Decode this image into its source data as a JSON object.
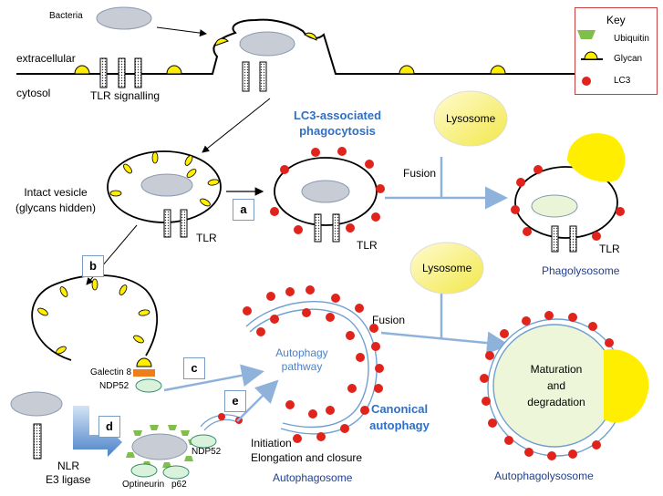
{
  "labels": {
    "bacteria": "Bacteria",
    "extracellular": "extracellular",
    "cytosol": "cytosol",
    "tlr_signalling": "TLR signalling",
    "lc3_assoc_line1": "LC3-associated",
    "lc3_assoc_line2": "phagocytosis",
    "intact_vesicle_line1": "Intact vesicle",
    "intact_vesicle_line2": "(glycans hidden)",
    "tlr": "TLR",
    "fusion": "Fusion",
    "lysosome": "Lysosome",
    "phagolysosome": "Phagolysosome",
    "autophagy_pathway_line1": "Autophagy",
    "autophagy_pathway_line2": "pathway",
    "canonical_line1": "Canonical",
    "canonical_line2": "autophagy",
    "maturation_line1": "Maturation",
    "maturation_line2": "and",
    "maturation_line3": "degradation",
    "galectin8": "Galectin 8",
    "ndp52": "NDP52",
    "nlr": "NLR",
    "e3_ligase": "E3 ligase",
    "optineurin": "Optineurin",
    "p62": "p62",
    "initiation": "Initiation",
    "elongation": "Elongation and closure",
    "autophagosome": "Autophagosome",
    "autophagolysosome": "Autophagolysosome"
  },
  "steps": {
    "a": "a",
    "b": "b",
    "c": "c",
    "d": "d",
    "e": "e"
  },
  "key": {
    "title": "Key",
    "items": [
      {
        "icon": "ubiquitin-icon",
        "label": "Ubiquitin"
      },
      {
        "icon": "glycan-icon",
        "label": "Glycan"
      },
      {
        "icon": "lc3-icon",
        "label": "LC3"
      }
    ]
  },
  "colors": {
    "lc3": "#e0231b",
    "glycan": "#ffee00",
    "lysosome": "#f7f06a",
    "ubiquitin": "#7fbf4a",
    "organelle": "#c8ccd4",
    "protein": "#d9f2dc",
    "galectin": "#f07d1a",
    "arrow_blue": "#8fb2db",
    "key_border": "#c94040",
    "heading_blue": "#2f6fc4"
  }
}
